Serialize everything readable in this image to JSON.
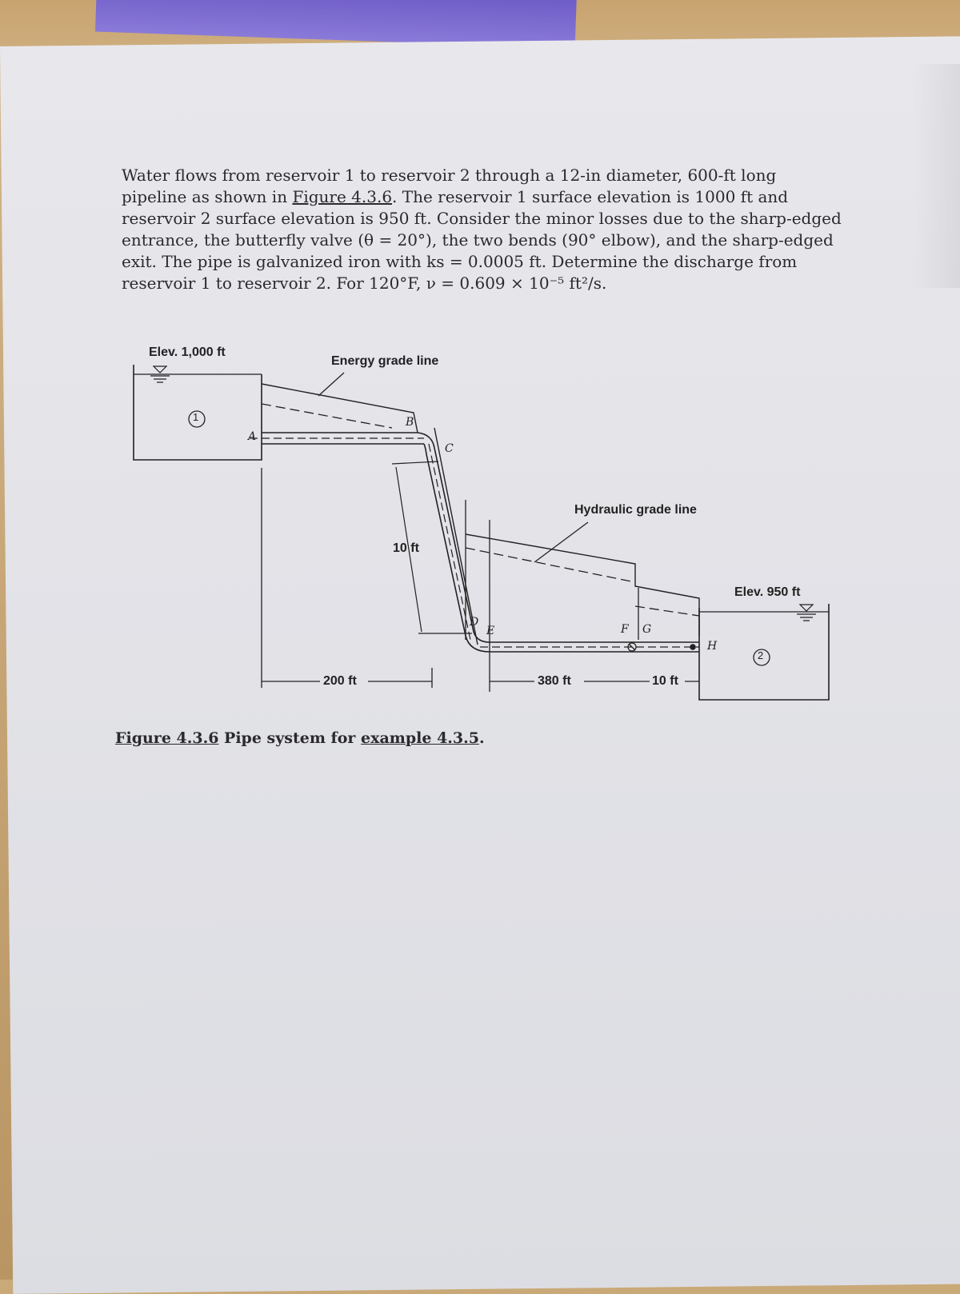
{
  "problem": {
    "line1": "Water flows from reservoir 1 to reservoir 2 through a 12-in diameter, 600-ft long",
    "line2_pre": "pipeline as shown in ",
    "line2_link": "Figure 4.3.6",
    "line2_post": ". The reservoir 1 surface elevation is 1000 ft and",
    "line3": "reservoir 2 surface elevation is 950 ft. Consider the minor losses due to the sharp-edged",
    "line4": "entrance, the butterfly valve (θ = 20°), the two bends (90° elbow), and the sharp-edged",
    "line5": "exit. The pipe is galvanized iron with ks = 0.0005 ft. Determine the discharge from",
    "line6": "reservoir 1 to reservoir 2. For 120°F, ν = 0.609 × 10⁻⁵ ft²/s."
  },
  "figure": {
    "elev_1": "Elev. 1,000 ft",
    "elev_2": "Elev. 950 ft",
    "egl": "Energy grade line",
    "hgl": "Hydraulic grade line",
    "res1_num": "1",
    "res2_num": "2",
    "height": "10 ft",
    "len_200": "200 ft",
    "len_380": "380 ft",
    "len_10": "10 ft",
    "points": {
      "A": "A",
      "B": "B",
      "C": "C",
      "D": "D",
      "E": "E",
      "F": "F",
      "G": "G",
      "H": "H"
    }
  },
  "caption": {
    "fig_link": "Figure 4.3.6",
    "mid": " Pipe system for ",
    "ex_link": "example 4.3.5",
    "end": "."
  }
}
